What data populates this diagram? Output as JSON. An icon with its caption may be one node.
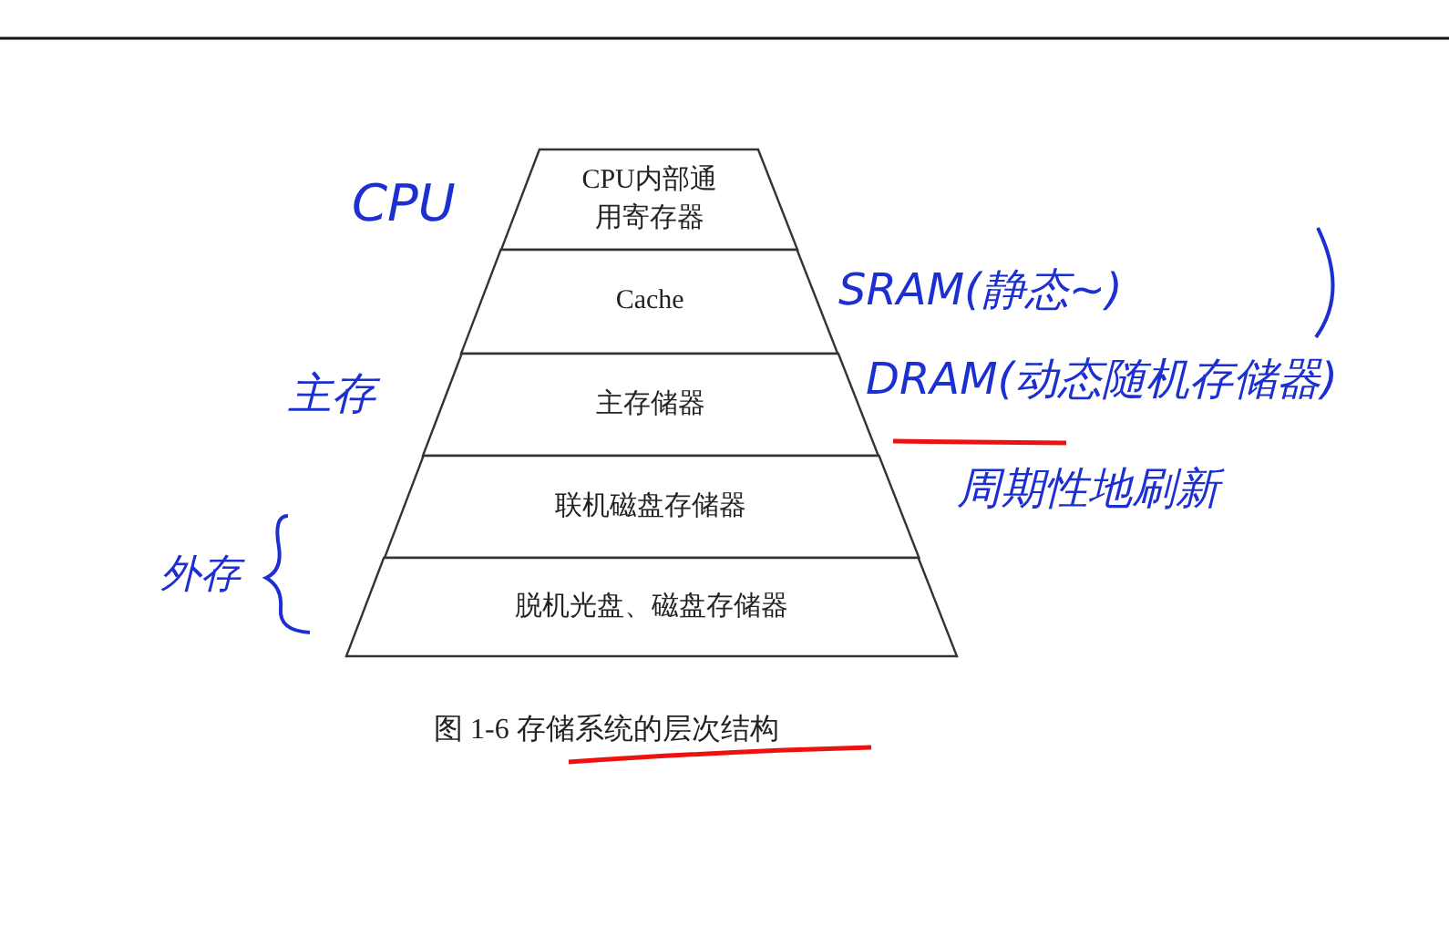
{
  "diagram": {
    "caption": "图 1-6 存储系统的层次结构",
    "nodes": [
      {
        "text": [
          "CPU内部通用寄存器"
        ]
      },
      {
        "text": [
          "Cache"
        ]
      },
      {
        "text": [
          "主存储器"
        ]
      },
      {
        "text": [
          "联机磁盘存储器"
        ]
      },
      {
        "text": [
          "脱机光盘、磁盘存储器"
        ]
      }
    ],
    "labels": [
      "CPU",
      "SRAM(静态~)",
      "主存",
      "DRAM(动态随机存储器)",
      "周期性地刷新",
      "外存"
    ]
  }
}
